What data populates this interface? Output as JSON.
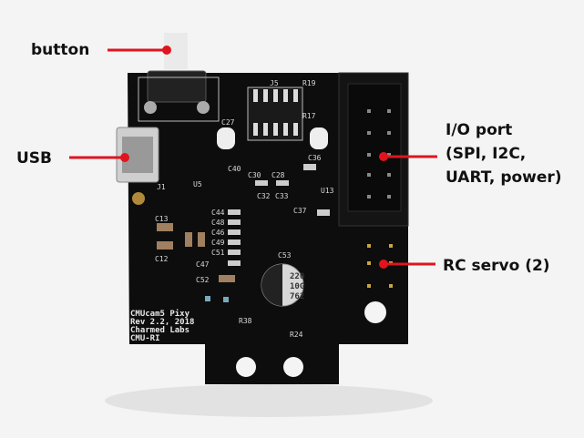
{
  "callouts": {
    "button": "button",
    "usb": "USB",
    "io_port": [
      "I/O port",
      "(SPI, I2C,",
      "UART, power)"
    ],
    "rc_servo": "RC servo (2)"
  },
  "board": {
    "silkscreen": [
      "CMUcam5 Pixy",
      "Rev 2.2, 2018",
      "Charmed Labs",
      "CMU-RI"
    ],
    "capacitor_marking": [
      "220",
      "10G",
      "762"
    ],
    "designators": [
      "J5",
      "R19",
      "R17",
      "C27",
      "C30",
      "C28",
      "C36",
      "C40",
      "C32",
      "C33",
      "C44",
      "C48",
      "C46",
      "C49",
      "C51",
      "C47",
      "C52",
      "C53",
      "C13",
      "C12",
      "C37",
      "R24",
      "R38",
      "J1",
      "U5",
      "U13"
    ]
  },
  "colors": {
    "accent": "#e0141e",
    "board": "#0d0d0d",
    "background": "#f4f4f4"
  }
}
